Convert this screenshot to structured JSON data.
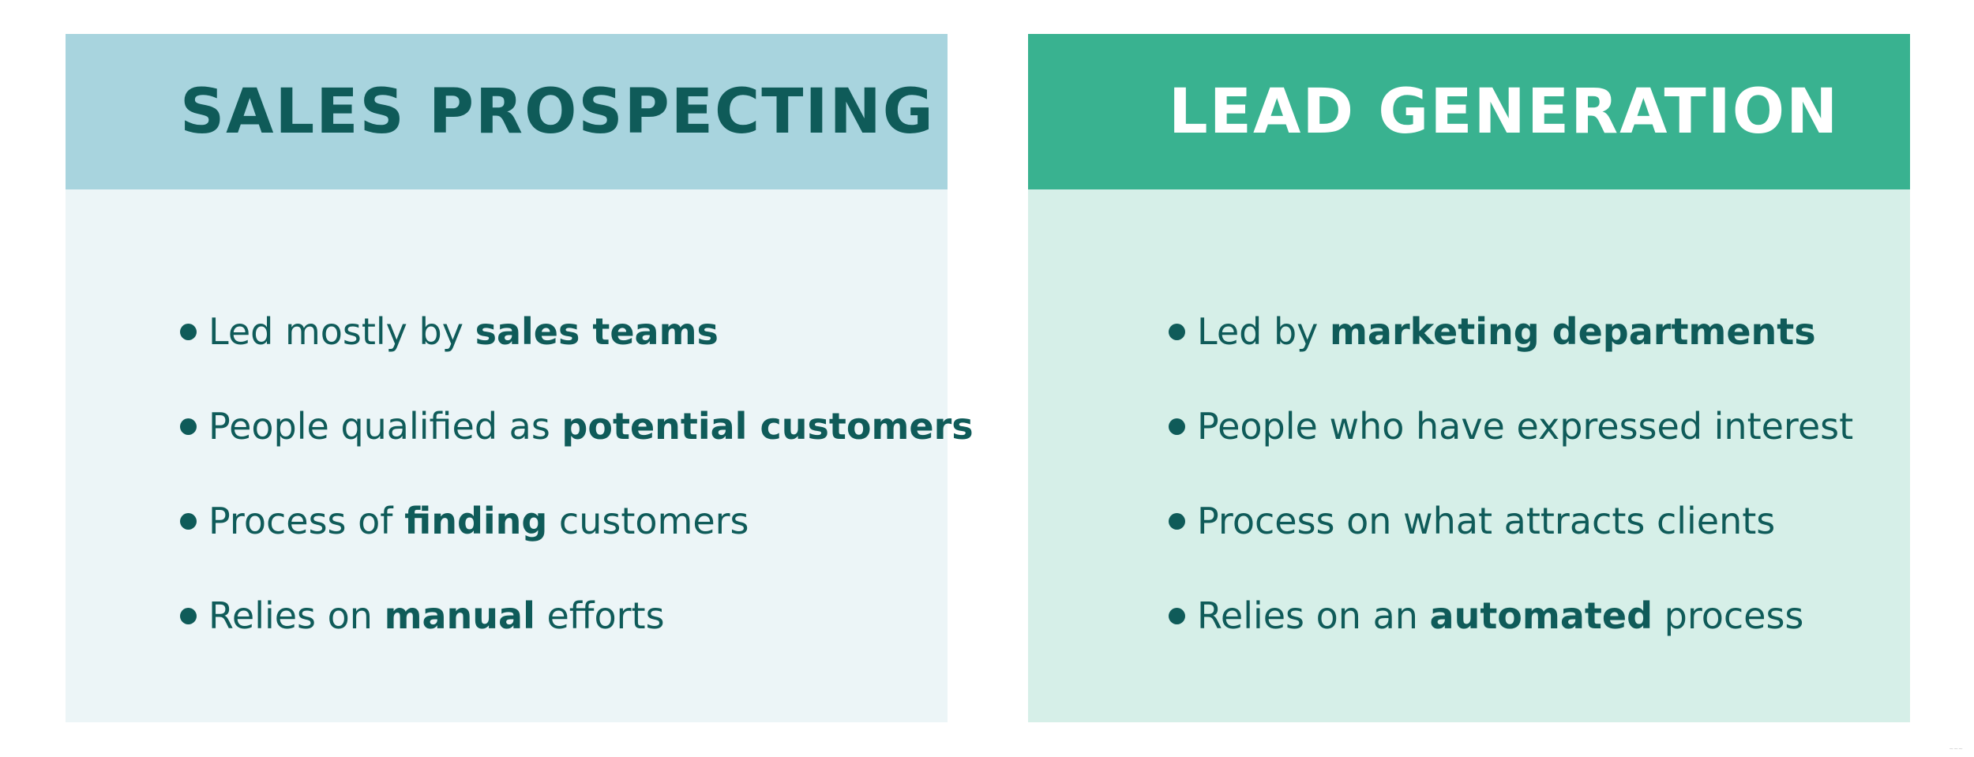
{
  "colors": {
    "left_header_bg": "#a8d4de",
    "left_body_bg": "#ecf5f7",
    "left_title": "#0f5b59",
    "left_text": "#0f5b59",
    "right_header_bg": "#39b290",
    "right_body_bg": "#d6efe8",
    "right_title": "#ffffff",
    "right_text": "#0f5b59"
  },
  "left": {
    "title": "SALES PROSPECTING",
    "bullets": [
      {
        "pre": "Led mostly by ",
        "bold": "sales teams",
        "post": ""
      },
      {
        "pre": "People qualified as ",
        "bold": "potential customers",
        "post": ""
      },
      {
        "pre": "Process of ",
        "bold": "finding",
        "post": " customers"
      },
      {
        "pre": "Relies on ",
        "bold": "manual",
        "post": " efforts"
      }
    ]
  },
  "right": {
    "title": "LEAD GENERATION",
    "bullets": [
      {
        "pre": "Led by ",
        "bold": "marketing departments",
        "post": ""
      },
      {
        "pre": "People who have expressed interest",
        "bold": "",
        "post": ""
      },
      {
        "pre": "Process on what attracts clients",
        "bold": "",
        "post": ""
      },
      {
        "pre": "Relies on an ",
        "bold": "automated",
        "post": " process"
      }
    ]
  },
  "watermark": "~~~"
}
